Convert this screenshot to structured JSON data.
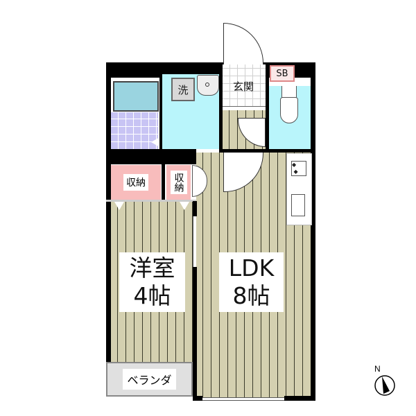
{
  "floorplan": {
    "rooms": {
      "western_room": {
        "name": "洋室",
        "size": "4帖"
      },
      "ldk": {
        "name": "LDK",
        "size": "8帖"
      },
      "storage_1": {
        "name": "収納"
      },
      "storage_2": {
        "name": "収納"
      },
      "entrance": {
        "name": "玄関"
      },
      "shoe_box": {
        "name": "SB"
      },
      "veranda": {
        "name": "ベランダ"
      },
      "washer": {
        "name": "洗"
      }
    },
    "compass": {
      "label": "N"
    },
    "colors": {
      "wall": "#000000",
      "wood_floor": "#d4d0b0",
      "wet_area": "#b9f5fb",
      "storage": "#f8bcbc",
      "bath_tile": "#c8c4f4",
      "bathtub": "#9ad4e0",
      "veranda": "#e0e0e0"
    }
  }
}
